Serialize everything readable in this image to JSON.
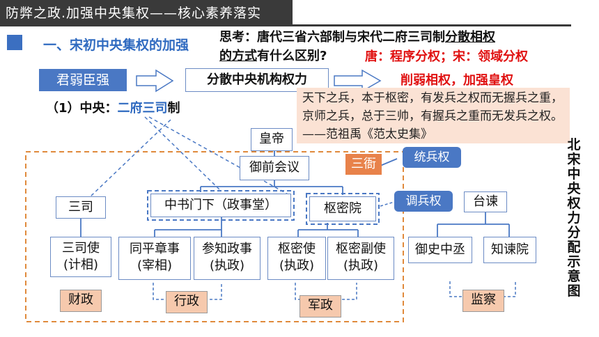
{
  "header": {
    "title": "防弊之政.加强中央集权——核心素养落实"
  },
  "section": {
    "title": "一、宋初中央集权的加强"
  },
  "question": {
    "line1_a": "思考：唐代三省六部制与宋代二府三司制",
    "line1_b": "分散相权",
    "line2_a": "的方式",
    "line2_b": "有什么区别?"
  },
  "answer": "唐：程序分权；宋：领域分权",
  "flow": {
    "weak_label": "君弱臣强",
    "disperse_label": "分散中央机构权力",
    "result_label": "削弱相权，加强皇权"
  },
  "quote": "天下之兵，本于枢密，有发兵之权而无握兵之重，京师之兵，总于三帅，有握兵之重而无发兵之权。——范祖禹《范太史集》",
  "central": {
    "prefix": "（1）中央：",
    "erfu": "二府",
    "sansi": "三司",
    "suffix": "制"
  },
  "side_title": [
    "北",
    "宋",
    "中",
    "央",
    "权",
    "力",
    "分",
    "配",
    "示",
    "意",
    "图"
  ],
  "nodes": {
    "emperor": "皇帝",
    "council": "御前会议",
    "sansi": "三司",
    "zhongshu": "中书门下（政事堂）",
    "shumi": "枢密院",
    "taijian": "台谏",
    "sansi_shi_1": "三司使",
    "sansi_shi_2": "(计相)",
    "tongping_1": "同平章事",
    "tongping_2": "(宰相)",
    "canzhi_1": "参知政事",
    "canzhi_2": "(执政)",
    "shumishi_1": "枢密使",
    "shumishi_2": "(执政)",
    "shumifu_1": "枢密副使",
    "shumifu_2": "(执政)",
    "yushi": "御史中丞",
    "zhijian": "知谏院"
  },
  "tags": {
    "sanya": "三衙",
    "tongbing": "统兵权",
    "diaobing": "调兵权",
    "caizheng": "财政",
    "xingzheng": "行政",
    "junzheng": "军政",
    "jiancha": "监察"
  },
  "colors": {
    "accent_blue": "#4a78c4",
    "red": "#e01010",
    "orange_dash": "#e08a3c",
    "quote_bg": "#fbe2d4",
    "tag_bg": "#f6c9ad"
  }
}
